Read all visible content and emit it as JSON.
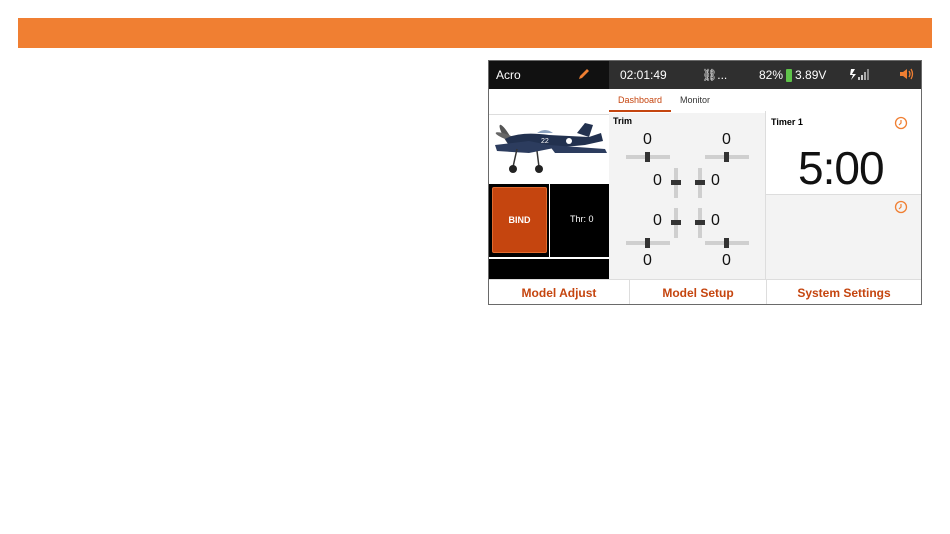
{
  "status": {
    "model_name": "Acro",
    "time": "02:01:49",
    "link": "⛓...",
    "battery_pct": "82%",
    "voltage": "3.89V"
  },
  "tabs": [
    {
      "label": "Dashboard",
      "active": true
    },
    {
      "label": "Monitor",
      "active": false
    }
  ],
  "left": {
    "bind_label": "BIND",
    "throttle": "Thr: 0"
  },
  "trim": {
    "title": "Trim",
    "values": [
      "0",
      "0",
      "0",
      "0",
      "0",
      "0",
      "0",
      "0"
    ]
  },
  "timer": {
    "label": "Timer 1",
    "value": "5:00"
  },
  "bottom": {
    "model_adjust": "Model Adjust",
    "model_setup": "Model Setup",
    "system_settings": "System Settings"
  },
  "colors": {
    "accent": "#c5450f",
    "banner": "#f07f32",
    "battery": "#5fc34a"
  },
  "icons": [
    "pencil-icon",
    "link-icon",
    "battery-icon",
    "signal-icon",
    "sound-icon",
    "clock-icon",
    "airplane-image"
  ]
}
